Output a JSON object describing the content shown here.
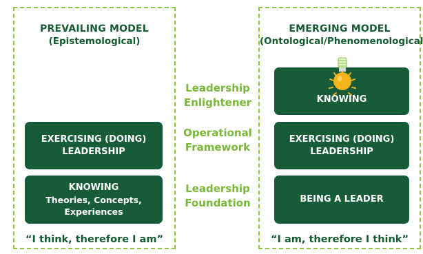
{
  "colors": {
    "dark_green": "#165c38",
    "title_green": "#145a32",
    "light_green": "#7ab83a",
    "dash_green": "#8cc63f",
    "bulb_yellow": "#f5b41a"
  },
  "left_panel": {
    "title": "PREVAILING MODEL",
    "subtitle": "(Epistemological)",
    "box_exercising": {
      "line1": "EXERCISING (DOING)",
      "line2": "LEADERSHIP"
    },
    "box_knowing": {
      "line1": "KNOWING",
      "line2": "Theories, Concepts,",
      "line3": "Experiences"
    },
    "quote": "“I think, therefore I am”"
  },
  "middle": {
    "row1": {
      "line1": "Leadership",
      "line2": "Enlightener"
    },
    "row2": {
      "line1": "Operational",
      "line2": "Framework"
    },
    "row3": {
      "line1": "Leadership",
      "line2": "Foundation"
    }
  },
  "right_panel": {
    "title": "EMERGING MODEL",
    "subtitle": "(Ontological/Phenomenological)",
    "box_knowing": "KNOWING",
    "box_exercising": {
      "line1": "EXERCISING (DOING)",
      "line2": "LEADERSHIP"
    },
    "box_being": "BEING A LEADER",
    "quote": "“I am, therefore I think”",
    "bulb_icon": "lightbulb-icon"
  }
}
